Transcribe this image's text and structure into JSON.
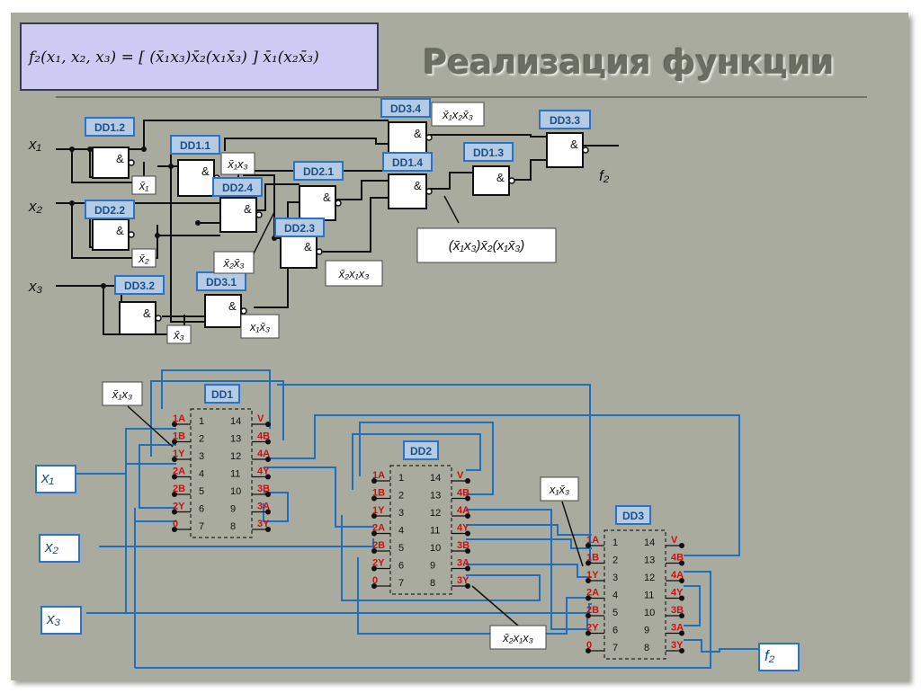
{
  "slide": {
    "title": "Реализация функции",
    "formula": "f₂(x₁, x₂, x₃) = [ (x̄₁x₃)x̄₂(x₁x̄₃) ] x̄₁(x₂x̄₃)"
  },
  "colors": {
    "background": "#a8ab9e",
    "wire_logic": "#111111",
    "wire_board": "#1f6fc0",
    "box_border": "#2a73c8",
    "pin_label": "#cc1111",
    "formula_bg": "#cfcaf4"
  },
  "logic": {
    "inputs": [
      "x₁",
      "x₂",
      "x₃"
    ],
    "output": "f₂",
    "gate_symbol": "&",
    "gate_tags": [
      "DD1.2",
      "DD1.1",
      "DD2.4",
      "DD2.2",
      "DD3.2",
      "DD3.1",
      "DD2.1",
      "DD2.3",
      "DD3.4",
      "DD1.4",
      "DD1.3",
      "DD3.3"
    ],
    "notes": [
      "x̄₁",
      "x̄₂",
      "x̄₃",
      "x̄₁x₃",
      "x̄₂x̄₃",
      "x₁x̄₃",
      "x̄₂x₁x₃",
      "x̄₁x₂x̄₃",
      "(x̄₁x₃)x̄₂(x₁x̄₃)"
    ]
  },
  "board": {
    "inputs": [
      "x₁",
      "x₂",
      "x₃"
    ],
    "output": "f₂",
    "chips": [
      {
        "name": "DD1",
        "left_labels": [
          "1A",
          "1B",
          "1Y",
          "2A",
          "2B",
          "2Y",
          "0"
        ],
        "right_labels": [
          "V",
          "4B",
          "4A",
          "4Y",
          "3B",
          "3A",
          "3Y"
        ],
        "left_nums": [
          "1",
          "2",
          "3",
          "4",
          "5",
          "6",
          "7"
        ],
        "right_nums": [
          "14",
          "13",
          "12",
          "11",
          "10",
          "9",
          "8"
        ]
      },
      {
        "name": "DD2",
        "left_labels": [
          "1A",
          "1B",
          "1Y",
          "2A",
          "2B",
          "2Y",
          "0"
        ],
        "right_labels": [
          "V",
          "4B",
          "4A",
          "4Y",
          "3B",
          "3A",
          "3Y"
        ],
        "left_nums": [
          "1",
          "2",
          "3",
          "4",
          "5",
          "6",
          "7"
        ],
        "right_nums": [
          "14",
          "13",
          "12",
          "11",
          "10",
          "9",
          "8"
        ]
      },
      {
        "name": "DD3",
        "left_labels": [
          "1A",
          "1B",
          "1Y",
          "2A",
          "2B",
          "2Y",
          "0"
        ],
        "right_labels": [
          "V",
          "4B",
          "4A",
          "4Y",
          "3B",
          "3A",
          "3Y"
        ],
        "left_nums": [
          "1",
          "2",
          "3",
          "4",
          "5",
          "6",
          "7"
        ],
        "right_nums": [
          "14",
          "13",
          "12",
          "11",
          "10",
          "9",
          "8"
        ]
      }
    ],
    "notes": [
      "x̄₁x₃",
      "x₁x̄₃",
      "x̄₂x₁x₃"
    ]
  }
}
